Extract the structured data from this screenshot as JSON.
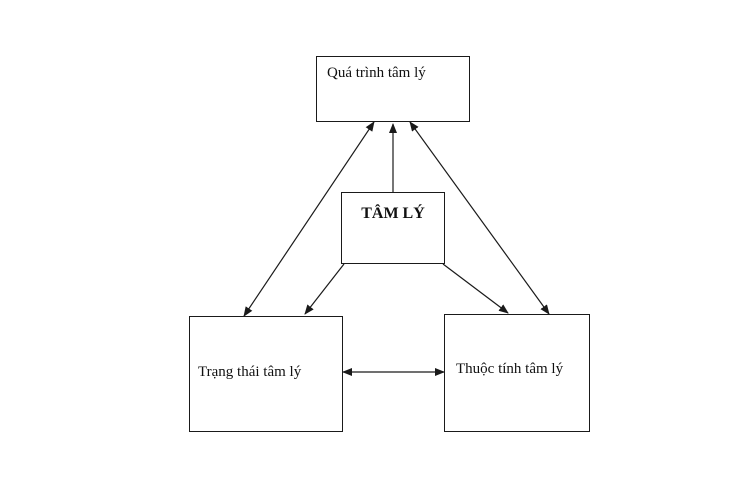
{
  "diagram": {
    "nodes": {
      "qua_trinh": "Quá trình tâm lý",
      "tam_ly": "TÂM LÝ",
      "trang_thai": "Trạng thái tâm lý",
      "thuoc_tinh": "Thuộc tính tâm lý"
    },
    "edges": [
      {
        "from": "tam_ly",
        "to": "qua_trinh",
        "direction": "forward"
      },
      {
        "from": "tam_ly",
        "to": "trang_thai",
        "direction": "forward"
      },
      {
        "from": "tam_ly",
        "to": "thuoc_tinh",
        "direction": "forward"
      },
      {
        "from": "qua_trinh",
        "to": "trang_thai",
        "direction": "both"
      },
      {
        "from": "qua_trinh",
        "to": "thuoc_tinh",
        "direction": "both"
      },
      {
        "from": "trang_thai",
        "to": "thuoc_tinh",
        "direction": "both"
      }
    ]
  }
}
